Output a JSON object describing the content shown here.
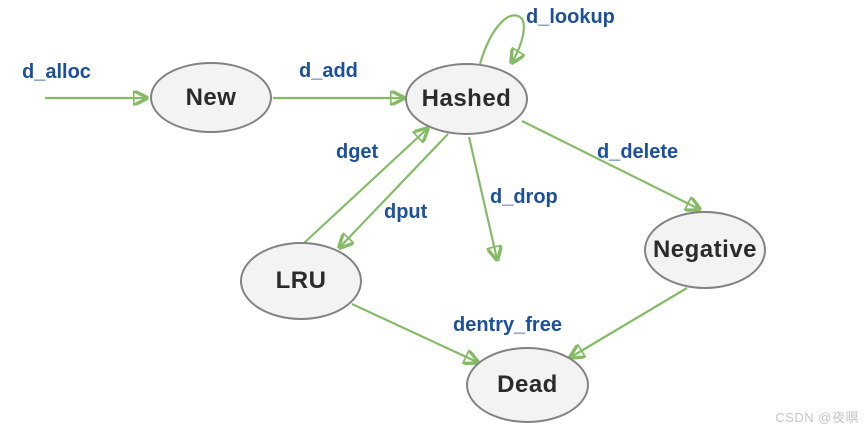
{
  "colors": {
    "edge": "#84bc66",
    "label": "#1c4f9c",
    "node-fill": "#f3f3f3",
    "node-border": "#828282",
    "node-text": "#2b2b2b",
    "watermark": "#c6c6c6",
    "bg": "#ffffff"
  },
  "nodes": [
    {
      "id": "new",
      "label": "New"
    },
    {
      "id": "hashed",
      "label": "Hashed"
    },
    {
      "id": "lru",
      "label": "LRU"
    },
    {
      "id": "negative",
      "label": "Negative"
    },
    {
      "id": "dead",
      "label": "Dead"
    }
  ],
  "edges": [
    {
      "label": "d_alloc",
      "from": "",
      "to": "New"
    },
    {
      "label": "d_add",
      "from": "New",
      "to": "Hashed"
    },
    {
      "label": "d_lookup",
      "from": "Hashed",
      "to": "Hashed"
    },
    {
      "label": "dget",
      "from": "LRU",
      "to": "Hashed"
    },
    {
      "label": "dput",
      "from": "Hashed",
      "to": "LRU"
    },
    {
      "label": "d_drop",
      "from": "Hashed",
      "to": ""
    },
    {
      "label": "d_delete",
      "from": "Hashed",
      "to": "Negative"
    },
    {
      "label": "dentry_free",
      "from": "LRU / Negative",
      "to": "Dead"
    }
  ],
  "watermark": "CSDN @夜暝"
}
